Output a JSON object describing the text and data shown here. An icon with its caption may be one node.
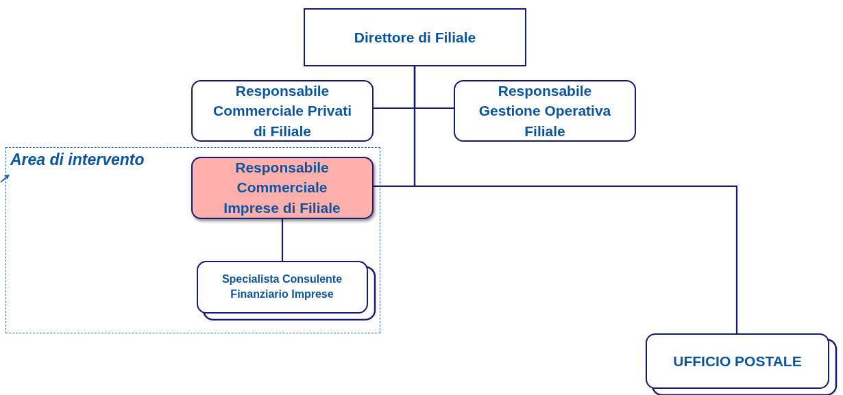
{
  "diagram": {
    "nodes": [
      {
        "text": [
          "Direttore di Filiale"
        ]
      },
      {
        "text": [
          "Responsabile Commerciale **Privati** di Filiale"
        ]
      },
      {
        "text": [
          "Responsabile Gestione Operativa Filiale"
        ]
      },
      {
        "text": [
          "Area di intervento"
        ]
      },
      {
        "text": [
          "Responsabile Commerciale Imprese di Filiale"
        ],
        "in": 3
      },
      {
        "text": [
          "Specialista Consulente Finanziario Imprese"
        ],
        "in": 3
      },
      {
        "text": [
          "UFFICIO POSTALE"
        ]
      }
    ],
    "edges": [
      {
        "from": 0,
        "to": 1,
        "arrow": "none"
      },
      {
        "from": 0,
        "to": 2,
        "arrow": "none"
      },
      {
        "from": 0,
        "to": 4,
        "arrow": "none"
      },
      {
        "from": 0,
        "to": 6,
        "arrow": "none"
      },
      {
        "from": 4,
        "to": 5,
        "arrow": "none"
      }
    ]
  }
}
